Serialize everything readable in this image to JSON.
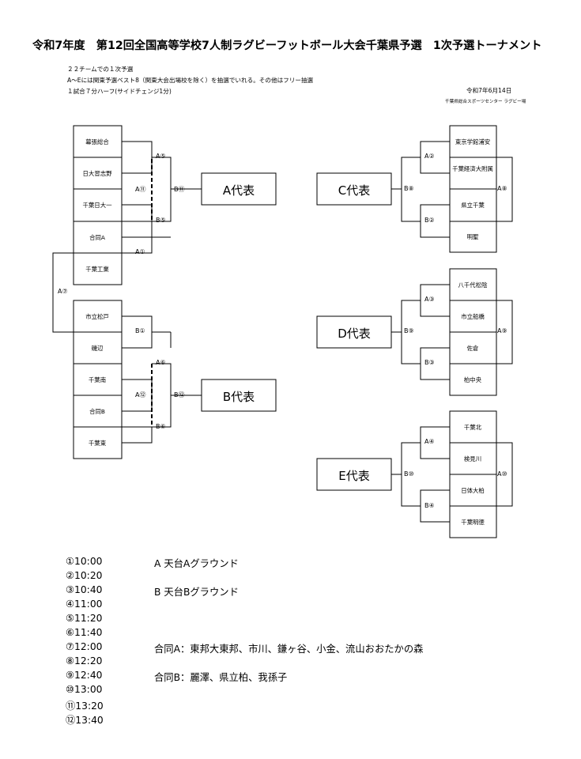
{
  "title": "令和7年度　第12回全国高等学校7人制ラグビーフットボール大会千葉県予選　1次予選トーナメント",
  "notes": [
    "２２チームでの１次予選",
    "A～Eには関東予選ベスト8（関東大会出場校を除く）を抽選でいれる。その他はフリー抽選",
    "１試合７分ハーフ(サイドチェンジ1分)"
  ],
  "date": "令和7年6月14日",
  "venue": "千葉県総合スポーツセンター ラグビー場",
  "left_teams": [
    "幕張総合",
    "日大習志野",
    "千葉日大一",
    "合同A",
    "千葉工業",
    "市立松戸",
    "磯辺",
    "千葉南",
    "合同B",
    "千葉東"
  ],
  "right_teams": {
    "c": [
      "東京学館浦安",
      "千葉経済大附属",
      "県立千葉",
      "明聖"
    ],
    "d": [
      "八千代松陰",
      "市立船橋",
      "佐倉",
      "柏中央"
    ],
    "e": [
      "千葉北",
      "検見川",
      "日体大柏",
      "千葉明徳"
    ]
  },
  "match_labels": {
    "a5": "A⑤",
    "a11": "A⑪",
    "b11": "B⑪",
    "b5": "B⑤",
    "a1": "A①",
    "a7": "A⑦",
    "b1": "B①",
    "a6": "A⑥",
    "a12": "A⑫",
    "b12": "B⑫",
    "b6": "B⑥",
    "a2": "A②",
    "b8": "B⑧",
    "a8": "A⑧",
    "b2": "B②",
    "a3": "A③",
    "b9": "B⑨",
    "a9": "A⑨",
    "b3": "B③",
    "a4": "A④",
    "b10": "B⑩",
    "a10": "A⑩",
    "b4": "B④"
  },
  "representatives": {
    "a": "A代表",
    "b": "B代表",
    "c": "C代表",
    "d": "D代表",
    "e": "E代表"
  },
  "schedule": [
    "①10:00",
    "②10:20",
    "③10:40",
    "④11:00",
    "⑤11:20",
    "⑥11:40",
    "⑦12:00",
    "⑧12:20",
    "⑨12:40",
    "⑩13:00",
    "⑪13:20",
    "⑫13:40"
  ],
  "grounds": [
    "A 天台Aグラウンド",
    "B 天台Bグラウンド"
  ],
  "joint_teams": [
    "合同A：東邦大東邦、市川、鎌ヶ谷、小金、流山おおたかの森",
    "合同B：麗澤、県立柏、我孫子"
  ]
}
